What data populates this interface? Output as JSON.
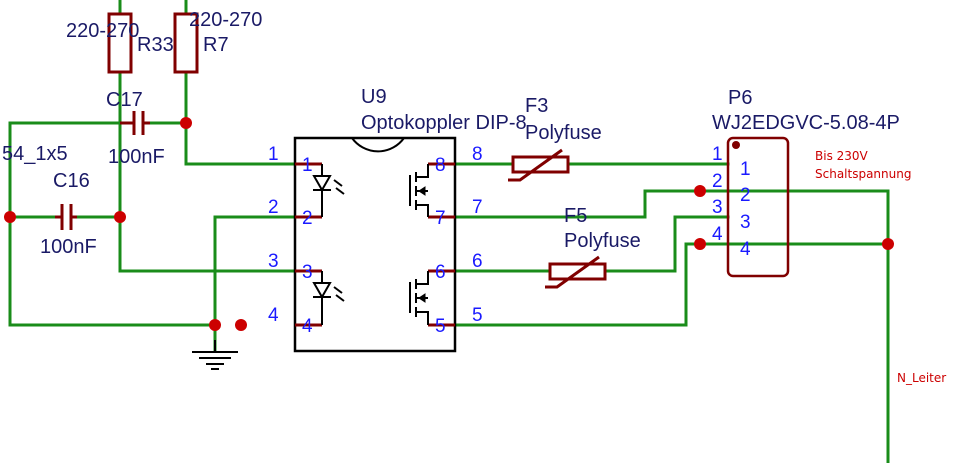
{
  "components": {
    "r33": {
      "value": "220-270",
      "ref": "R33"
    },
    "r7": {
      "value": "220-270",
      "ref": "R7"
    },
    "c17": {
      "ref": "C17",
      "value": "100nF"
    },
    "c16": {
      "ref": "C16",
      "value": "100nF"
    },
    "u9": {
      "ref": "U9",
      "value": "Optokoppler DIP-8",
      "pins_left": [
        "1",
        "2",
        "3",
        "4"
      ],
      "pins_right": [
        "8",
        "7",
        "6",
        "5"
      ]
    },
    "f3": {
      "ref": "F3",
      "value": "Polyfuse"
    },
    "f5": {
      "ref": "F5",
      "value": "Polyfuse"
    },
    "p6": {
      "ref": "P6",
      "value": "WJ2EDGVC-5.08-4P",
      "pins": [
        "1",
        "2",
        "3",
        "4"
      ]
    }
  },
  "net_labels": {
    "left_net": "54_1x5",
    "neutral": "N_Leiter"
  },
  "notes": {
    "line1": "Bis 230V",
    "line2": "Schaltspannung"
  },
  "colors": {
    "wire": "#1a8c1a",
    "part": "#800000",
    "junction": "#cc0000",
    "text": "#1a1a66",
    "pin_text": "#1a1aff",
    "note": "#cc0000"
  }
}
